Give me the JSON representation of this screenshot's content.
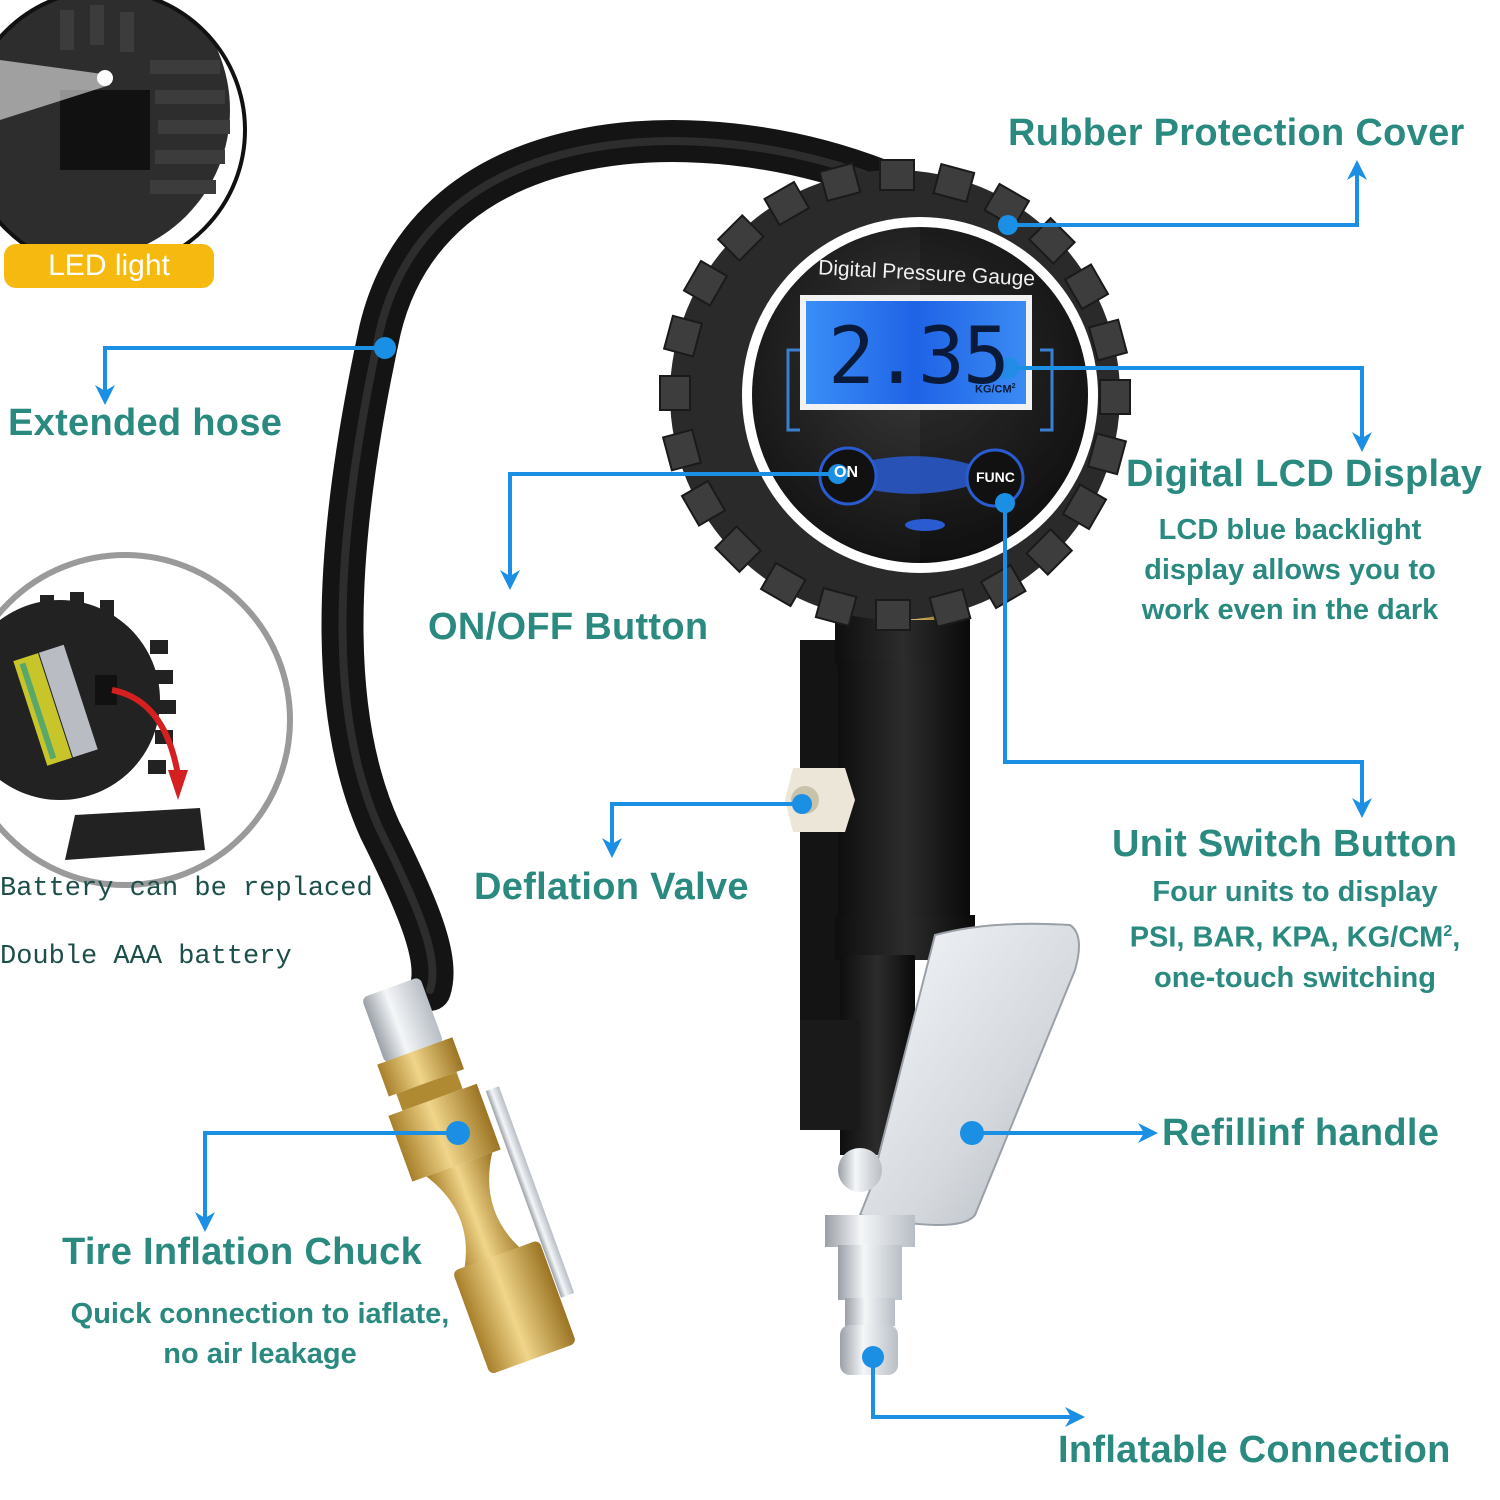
{
  "colors": {
    "label_text": "#2a8a80",
    "callout_line": "#1a8fe3",
    "led_badge_bg": "#f5b90f",
    "lcd_backlight": "#2b7df0",
    "gauge_body": "#2a2a2a",
    "brass": "#c9a54a",
    "chrome": "#d9dde2"
  },
  "insets": {
    "led": {
      "badge_label": "LED light"
    },
    "battery": {
      "line1": "Battery can be replaced",
      "line2": "Double AAA battery"
    }
  },
  "gauge": {
    "face_title": "Digital Pressure Gauge",
    "reading": "2.35",
    "unit": "KG/CM",
    "unit_superscript": "2",
    "on_button_label": "ON",
    "func_button_label": "FUNC"
  },
  "callouts": {
    "rubber_cover": {
      "title": "Rubber Protection Cover"
    },
    "hose": {
      "title": "Extended hose"
    },
    "lcd": {
      "title": "Digital LCD Display",
      "desc": [
        "LCD blue backlight",
        "display allows you to",
        "work even in the dark"
      ]
    },
    "on_off": {
      "title": "ON/OFF Button"
    },
    "unit_switch": {
      "title": "Unit Switch Button",
      "desc": [
        "Four units to display",
        "PSI, BAR, KPA, KG/CM",
        "one-touch switching"
      ],
      "desc_sup": "2",
      "desc_tail": ","
    },
    "deflation": {
      "title": "Deflation Valve"
    },
    "handle": {
      "title": "Refillinf handle"
    },
    "chuck": {
      "title": "Tire Inflation Chuck",
      "desc": [
        "Quick connection to iaflate,",
        "no air leakage"
      ]
    },
    "connection": {
      "title": "Inflatable Connection"
    }
  }
}
